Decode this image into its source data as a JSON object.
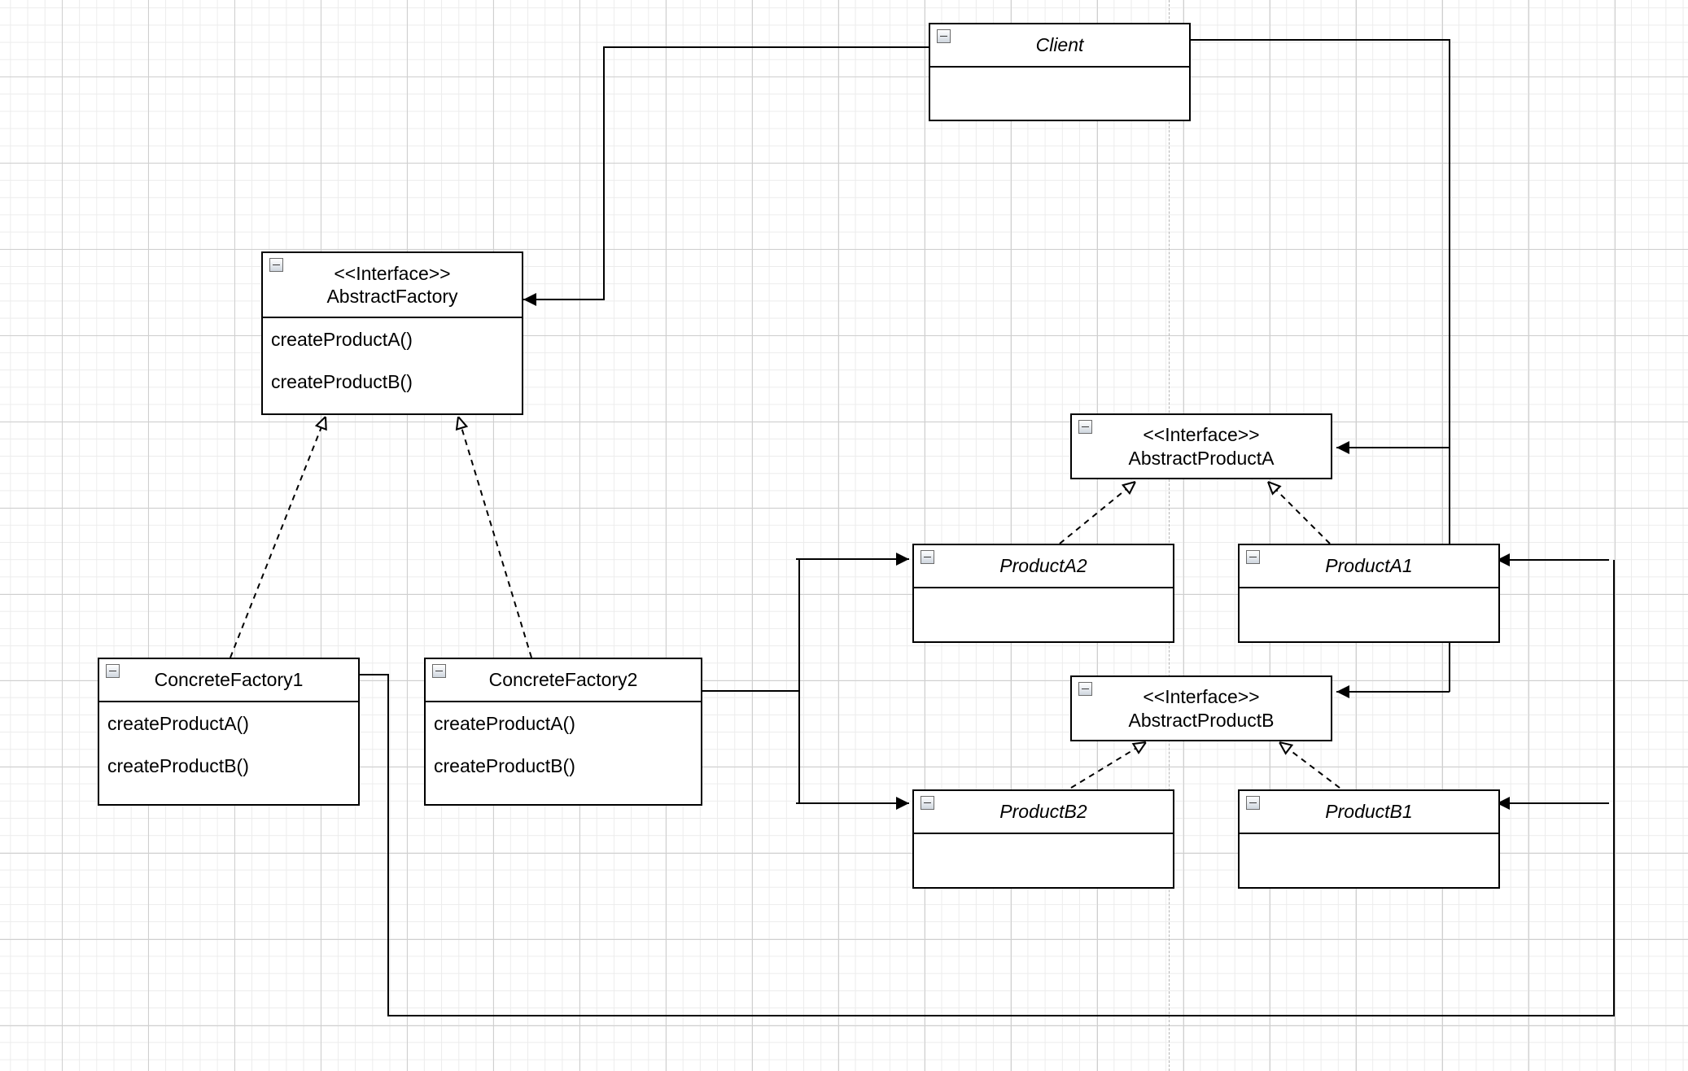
{
  "classes": {
    "client": {
      "name": "Client"
    },
    "abstract_factory": {
      "stereotype": "<<Interface>>",
      "name": "AbstractFactory",
      "operations": [
        "createProductA()",
        "createProductB()"
      ]
    },
    "concrete_factory1": {
      "name": "ConcreteFactory1",
      "operations": [
        "createProductA()",
        "createProductB()"
      ]
    },
    "concrete_factory2": {
      "name": "ConcreteFactory2",
      "operations": [
        "createProductA()",
        "createProductB()"
      ]
    },
    "abstract_product_a": {
      "stereotype": "<<Interface>>",
      "name": "AbstractProductA"
    },
    "abstract_product_b": {
      "stereotype": "<<Interface>>",
      "name": "AbstractProductB"
    },
    "product_a1": {
      "name": "ProductA1"
    },
    "product_a2": {
      "name": "ProductA2"
    },
    "product_b1": {
      "name": "ProductB1"
    },
    "product_b2": {
      "name": "ProductB2"
    }
  },
  "relationships": [
    {
      "type": "association",
      "from": "Client",
      "to": "AbstractFactory"
    },
    {
      "type": "association",
      "from": "Client",
      "to": "AbstractProductA"
    },
    {
      "type": "association",
      "from": "Client",
      "to": "AbstractProductB"
    },
    {
      "type": "realization",
      "from": "ConcreteFactory1",
      "to": "AbstractFactory"
    },
    {
      "type": "realization",
      "from": "ConcreteFactory2",
      "to": "AbstractFactory"
    },
    {
      "type": "realization",
      "from": "ProductA1",
      "to": "AbstractProductA"
    },
    {
      "type": "realization",
      "from": "ProductA2",
      "to": "AbstractProductA"
    },
    {
      "type": "realization",
      "from": "ProductB1",
      "to": "AbstractProductB"
    },
    {
      "type": "realization",
      "from": "ProductB2",
      "to": "AbstractProductB"
    },
    {
      "type": "dependency",
      "from": "ConcreteFactory1",
      "to": "ProductA1"
    },
    {
      "type": "dependency",
      "from": "ConcreteFactory1",
      "to": "ProductB1"
    },
    {
      "type": "dependency",
      "from": "ConcreteFactory2",
      "to": "ProductA2"
    },
    {
      "type": "dependency",
      "from": "ConcreteFactory2",
      "to": "ProductB2"
    }
  ],
  "colors": {
    "line": "#000000",
    "grid": "#cfcfcf",
    "background": "#ffffff"
  }
}
